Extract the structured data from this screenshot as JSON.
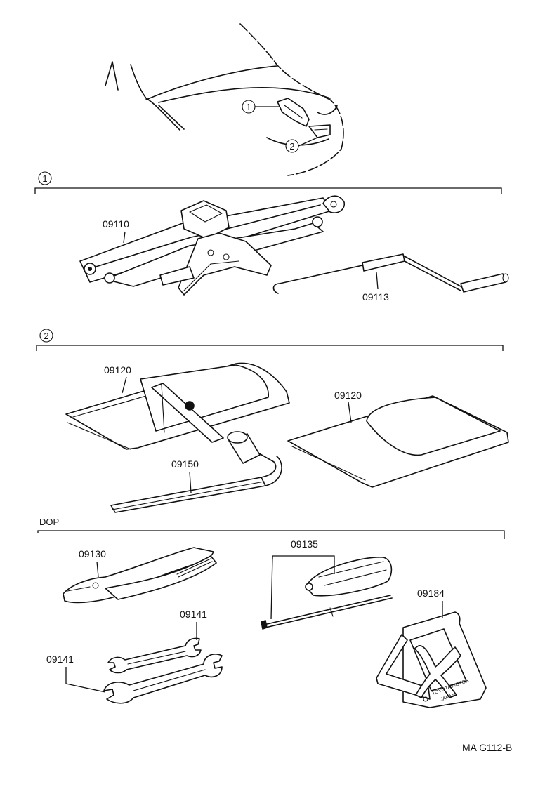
{
  "callouts": {
    "c1": "1",
    "c2": "2"
  },
  "sections": {
    "s1": {
      "marker": "1"
    },
    "s2": {
      "marker": "2"
    },
    "dop": {
      "label": "DOP"
    }
  },
  "parts": {
    "p09110": "09110",
    "p09113": "09113",
    "p09120a": "09120",
    "p09120b": "09120",
    "p09150": "09150",
    "p09130": "09130",
    "p09135": "09135",
    "p09184": "09184",
    "p09141a": "09141",
    "p09141b": "09141"
  },
  "triangle_text": {
    "line1": "TOYOTA MOTOR",
    "line2": "JAPAN"
  },
  "figure_code": "MA G112-B"
}
